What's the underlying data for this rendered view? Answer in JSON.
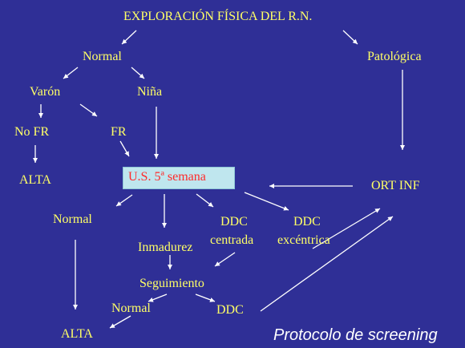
{
  "title": "EXPLORACIÓN FÍSICA DEL R.N.",
  "nodes": {
    "normal_top": "Normal",
    "patologica": "Patológica",
    "varon": "Varón",
    "nina": "Niña",
    "no_fr": "No FR",
    "fr": "FR",
    "alta_top": "ALTA",
    "us": "U.S. 5ª semana",
    "ort_inf": "ORT INF",
    "normal_mid": "Normal",
    "inmadurez": "Inmadurez",
    "ddc_centrada_1": "DDC",
    "ddc_centrada_2": "centrada",
    "ddc_excentrica_1": "DDC",
    "ddc_excentrica_2": "excéntrica",
    "seguimiento": "Seguimiento",
    "normal_low": "Normal",
    "ddc_low": "DDC",
    "alta_bottom": "ALTA"
  },
  "footer": "Protocolo de screening",
  "colors": {
    "background": "#2f2f96",
    "node_text": "#ffff66",
    "highlight_box": "#bfe6ee",
    "highlight_text": "#ff2a2a",
    "arrow": "#ffffff"
  }
}
